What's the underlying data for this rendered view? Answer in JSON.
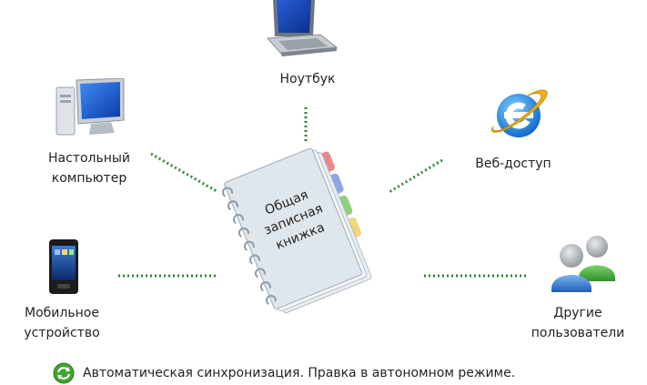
{
  "center": {
    "line1": "Общая",
    "line2": "записная",
    "line3": "книжка"
  },
  "nodes": {
    "laptop": {
      "label": "Ноутбук"
    },
    "desktop": {
      "line1": "Настольный",
      "line2": "компьютер"
    },
    "web": {
      "label": "Веб-доступ"
    },
    "mobile": {
      "line1": "Мобильное",
      "line2": "устройство"
    },
    "users": {
      "line1": "Другие",
      "line2": "пользователи"
    }
  },
  "footer": {
    "text": "Автоматическая синхронизация. Правка в автономном режиме."
  },
  "colors": {
    "connector": "#2e8b2e",
    "tab_red": "#e8878a",
    "tab_blue": "#8aa6e6",
    "tab_green": "#8fcf7d",
    "tab_yellow": "#f1d77a"
  },
  "icons": {
    "laptop": "laptop-icon",
    "desktop": "desktop-computer-icon",
    "web": "internet-explorer-icon",
    "mobile": "smartphone-icon",
    "users": "users-icon",
    "sync": "sync-icon",
    "notebook": "notebook-icon"
  }
}
